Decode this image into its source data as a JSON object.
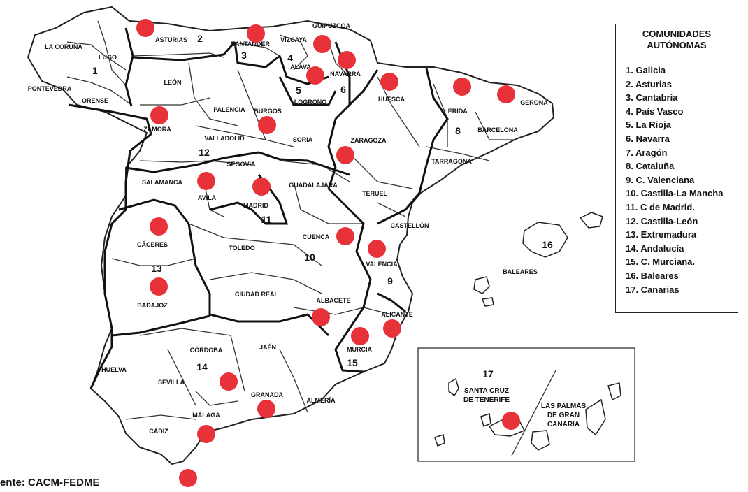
{
  "legend": {
    "title_line1": "COMUNIDADES",
    "title_line2": "AUTÓNOMAS",
    "items": [
      "1. Galicia",
      "2. Asturias",
      "3. Cantabria",
      "4. País Vasco",
      "5. La Rioja",
      "6. Navarra",
      "7. Aragón",
      "8. Cataluña",
      "9. C. Valenciana",
      "10. Castilla-La Mancha",
      "11. C de Madrid.",
      "12. Castilla-León",
      "13. Extremadura",
      "14. Andalucía",
      "15. C. Murciana.",
      "16. Baleares",
      "17. Canarias"
    ]
  },
  "source": "ente: CACM-FEDME",
  "marker_color": "#e8323a",
  "provinces": {
    "la_coruna": "LA CORUÑA",
    "lugo": "LUGO",
    "pontevedra": "PONTEVEDRA",
    "orense": "ORENSE",
    "asturias": "ASTURIAS",
    "santander": "SANTANDER",
    "vizcaya": "VIZCAYA",
    "guipuzcoa": "GUIPUZCOA",
    "alava": "ALAVA",
    "navarra": "NAVARRA",
    "leon": "LEÓN",
    "palencia": "PALENCIA",
    "burgos": "BURGOS",
    "logrono": "LOGROÑO",
    "huesca": "HUESCA",
    "lerida": "LERIDA",
    "gerona": "GERONA",
    "barcelona": "BARCELONA",
    "tarragona": "TARRAGONA",
    "zamora": "ZAMORA",
    "valladolid": "VALLADOLID",
    "soria": "SORIA",
    "zaragoza": "ZARAGOZA",
    "segovia": "SEGOVIA",
    "salamanca": "SALAMANCA",
    "avila": "AVILA",
    "madrid": "MADRID",
    "guadalajara": "GUADALAJARA",
    "teruel": "TERUEL",
    "castellon": "CASTELLÓN",
    "caceres": "CÁCERES",
    "toledo": "TOLEDO",
    "cuenca": "CUENCA",
    "valencia": "VALENCIA",
    "baleares": "BALEARES",
    "badajoz": "BADAJOZ",
    "ciudad_real": "CIUDAD REAL",
    "albacete": "ALBACETE",
    "alicante": "ALICANTE",
    "cordoba": "CÓRDOBA",
    "jaen": "JAÉN",
    "murcia": "MURCIA",
    "huelva": "HUELVA",
    "sevilla": "SEVILLA",
    "granada": "GRANADA",
    "almeria": "ALMERÍA",
    "malaga": "MÁLAGA",
    "cadiz": "CÁDIZ"
  },
  "communities": {
    "n1": "1",
    "n2": "2",
    "n3": "3",
    "n4": "4",
    "n5": "5",
    "n6": "6",
    "n8": "8",
    "n9": "9",
    "n10": "10",
    "n11": "11",
    "n12": "12",
    "n13": "13",
    "n14": "14",
    "n15": "15",
    "n16": "16",
    "n17": "17"
  },
  "canarias": {
    "tenerife_line1": "SANTA CRUZ",
    "tenerife_line2": "DE TENERIFE",
    "palmas_line1": "LAS PALMAS",
    "palmas_line2": "DE GRAN",
    "palmas_line3": "CANARIA"
  }
}
